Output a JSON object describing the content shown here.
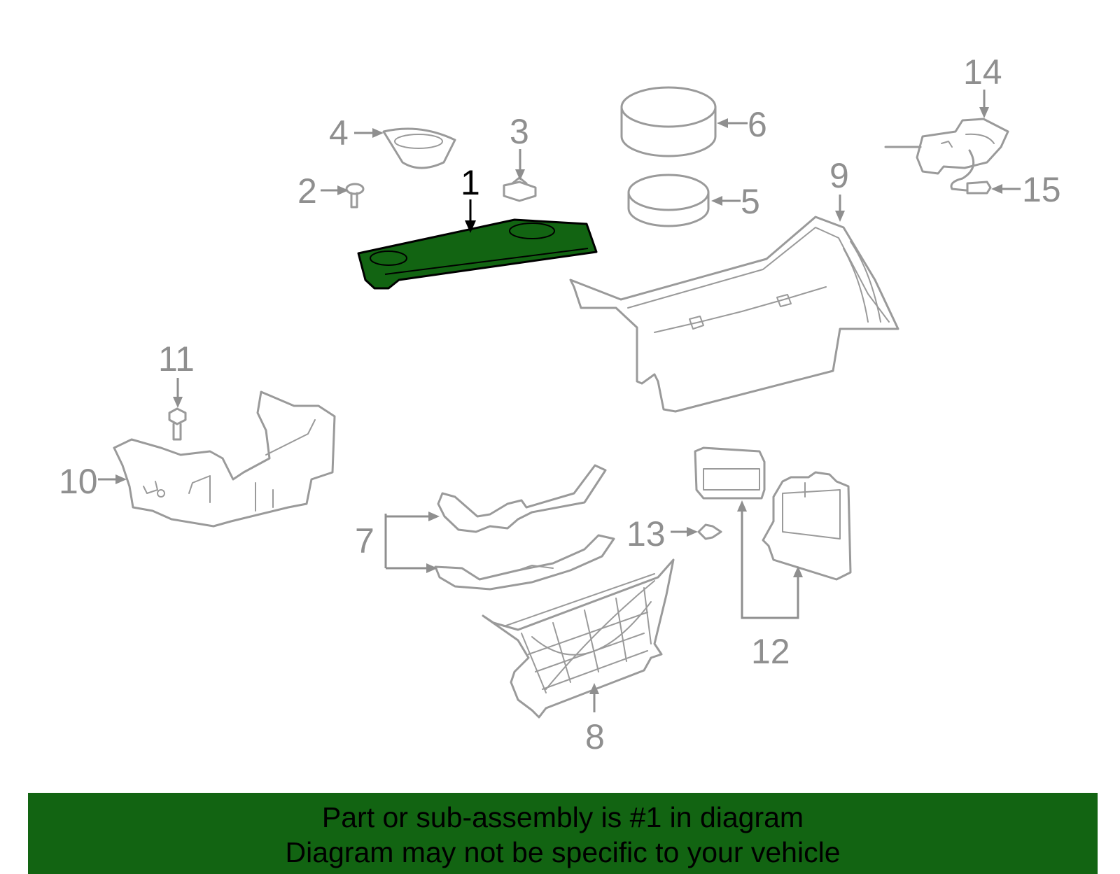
{
  "callouts": {
    "c1": "1",
    "c2": "2",
    "c3": "3",
    "c4": "4",
    "c5": "5",
    "c6": "6",
    "c7": "7",
    "c8": "8",
    "c9": "9",
    "c10": "10",
    "c11": "11",
    "c12": "12",
    "c13": "13",
    "c14": "14",
    "c15": "15"
  },
  "banner": {
    "line1": "Part or sub-assembly is #1 in diagram",
    "line2": "Diagram may not be specific to your vehicle"
  },
  "colors": {
    "highlight_part": "#126412",
    "banner_bg": "#126412",
    "part_stroke": "#9a9a9a",
    "callout_text": "#8f8f8f"
  }
}
